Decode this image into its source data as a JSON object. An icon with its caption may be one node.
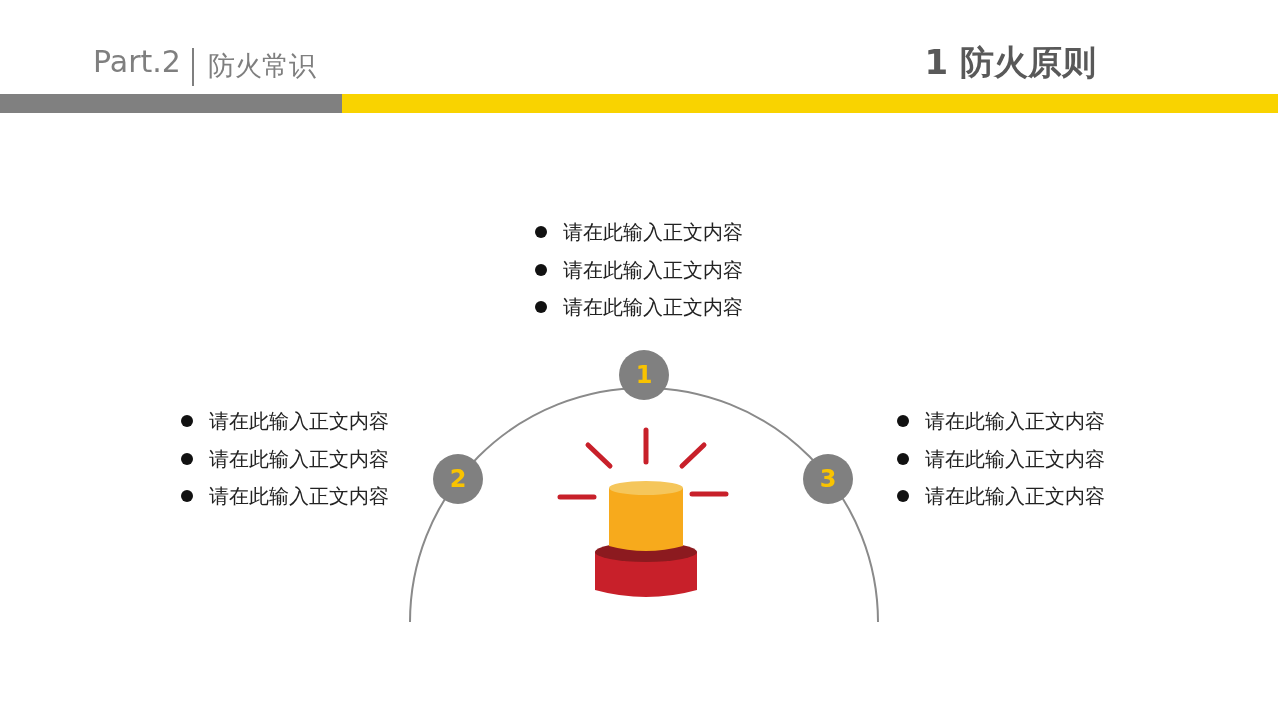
{
  "diagram": {
    "title": "1 防火原则",
    "nodes": [
      {
        "text": [
          "1"
        ],
        "beside": [
          "请在此输入正文内容",
          "请在此输入正文内容",
          "请在此输入正文内容"
        ]
      },
      {
        "text": [
          "2"
        ],
        "beside": [
          "请在此输入正文内容",
          "请在此输入正文内容",
          "请在此输入正文内容"
        ]
      },
      {
        "text": [
          "3"
        ],
        "beside": [
          "请在此输入正文内容",
          "请在此输入正文内容",
          "请在此输入正文内容"
        ]
      }
    ],
    "labels": [
      "Part.2",
      "防火常识"
    ]
  }
}
